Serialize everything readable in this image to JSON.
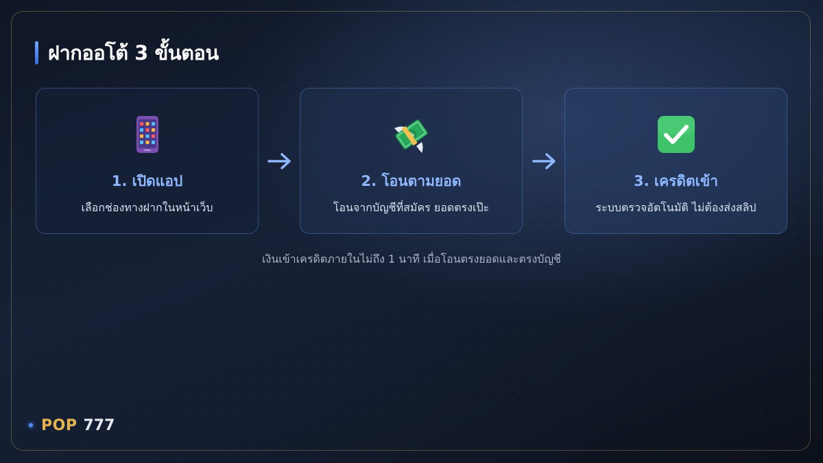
{
  "heading": {
    "title": "ฝากออโต้ 3 ขั้นตอน"
  },
  "steps": [
    {
      "icon": "mobile-app-icon",
      "title": "1. เปิดแอป",
      "description": "เลือกช่องทางฝากในหน้าเว็บ"
    },
    {
      "icon": "flying-money-icon",
      "title": "2. โอนตามยอด",
      "description": "โอนจากบัญชีที่สมัคร ยอดตรงเป๊ะ"
    },
    {
      "icon": "green-check-icon",
      "title": "3. เครดิตเข้า",
      "description": "ระบบตรวจอัตโนมัติ ไม่ต้องส่งสลิป"
    }
  ],
  "note": "เงินเข้าเครดิตภายในไม่ถึง 1 นาที เมื่อโอนตรงยอดและตรงบัญชี",
  "brand": {
    "name": "POP",
    "number": "777"
  },
  "colors": {
    "accent_blue": "#8fb8ff",
    "brand_gold": "#e4b450",
    "check_green": "#3ec26a",
    "money_green": "#27a85a"
  }
}
